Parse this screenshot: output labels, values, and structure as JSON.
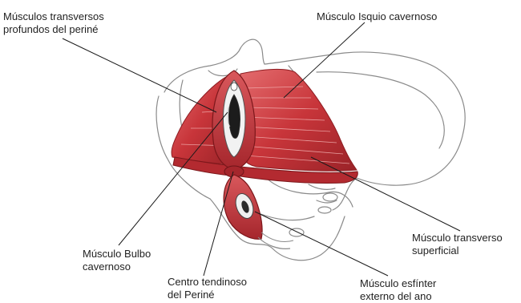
{
  "labels": {
    "transversos_profundos": [
      "Músculos transversos",
      "profundos del periné"
    ],
    "isquio_cavernoso": [
      "Músculo Isquio cavernoso"
    ],
    "transverso_superficial": [
      "Músculo transverso",
      "superficial"
    ],
    "esfinter_externo": [
      "Músculo esfínter",
      "externo del ano"
    ],
    "centro_tendinoso": [
      "Centro tendinoso",
      "del Periné"
    ],
    "bulbo_cavernoso": [
      "Músculo Bulbo",
      "cavernoso"
    ]
  },
  "colors": {
    "muscle": "#c8353a",
    "muscle_dark": "#8e1d22",
    "muscle_light": "#e88e8e",
    "bone_outline": "#8a8a8a",
    "leader_line": "#1a1a1a"
  }
}
